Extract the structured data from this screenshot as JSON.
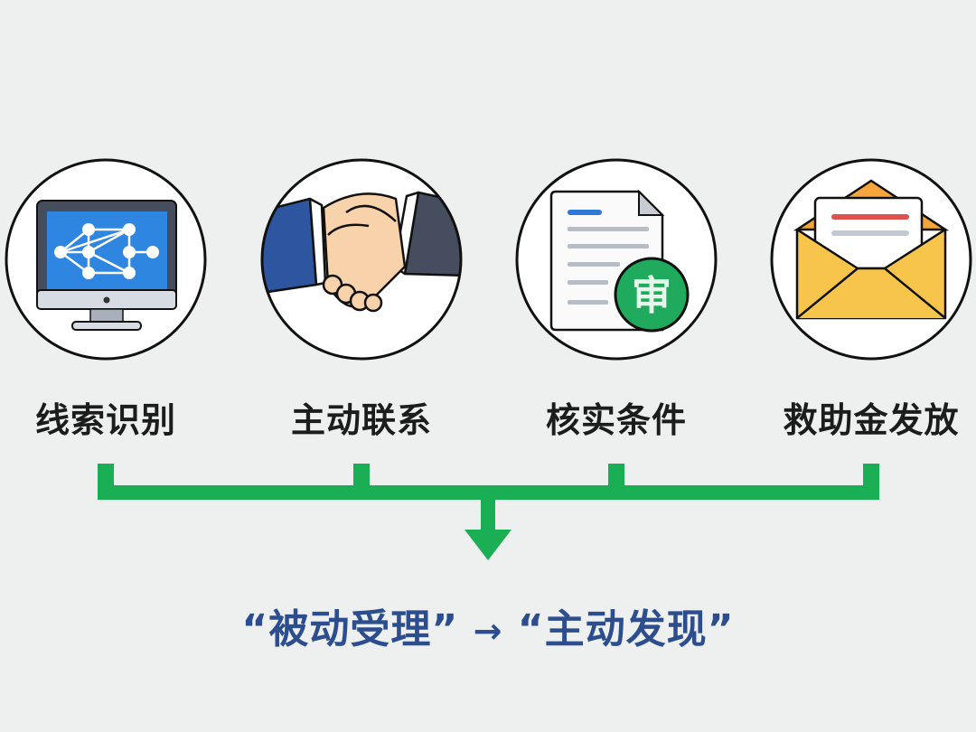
{
  "steps": [
    {
      "label": "线索识别",
      "icon": "computer-network-icon"
    },
    {
      "label": "主动联系",
      "icon": "handshake-icon"
    },
    {
      "label": "核实条件",
      "icon": "document-review-icon",
      "badge": "审"
    },
    {
      "label": "救助金发放",
      "icon": "envelope-icon"
    }
  ],
  "slogan": {
    "from": "“被动受理”",
    "arrow": "→",
    "to": "“主动发现”"
  },
  "colors": {
    "green": "#1aae55",
    "blue": "#2d4e8e",
    "background": "#eeefef"
  }
}
